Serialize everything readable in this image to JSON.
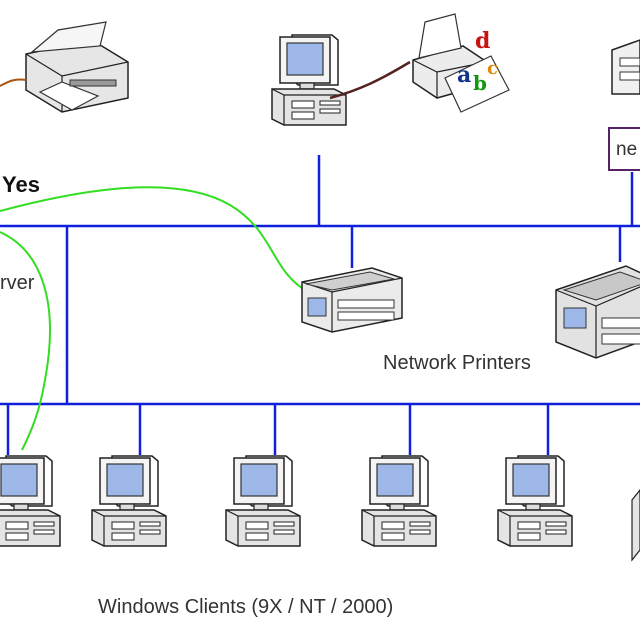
{
  "labels": {
    "yes": "Yes",
    "server_fragment": "rver",
    "network_printers": "Network Printers",
    "windows_clients": "Windows Clients (9X / NT / 2000)",
    "net_fragment": "ne"
  },
  "colors": {
    "network_line": "#1020dd",
    "link_cable": "#33dd22",
    "printer_cable": "#552222",
    "monitor_screen": "#9db8e8",
    "device_body": "#e4e4e4",
    "outline": "#222222",
    "label_border": "#552266"
  },
  "icons": [
    "printer-icon",
    "computer-icon",
    "network-printer-icon"
  ]
}
